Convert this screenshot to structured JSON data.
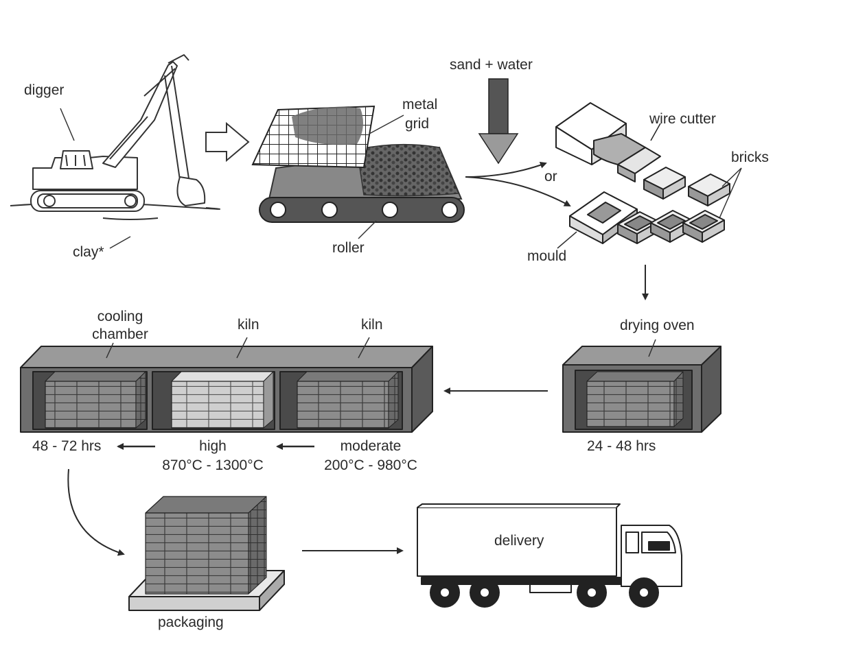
{
  "labels": {
    "digger": "digger",
    "clay": "clay*",
    "metal_grid_line1": "metal",
    "metal_grid_line2": "grid",
    "roller": "roller",
    "sand_water": "sand + water",
    "wire_cutter": "wire cutter",
    "or": "or",
    "bricks": "bricks",
    "mould": "mould",
    "drying_oven": "drying oven",
    "drying_time": "24 - 48 hrs",
    "cooling_chamber_line1": "cooling",
    "cooling_chamber_line2": "chamber",
    "kiln_high": "kiln",
    "kiln_moderate": "kiln",
    "cooling_time": "48 - 72 hrs",
    "high_label": "high",
    "high_temp": "870°C - 1300°C",
    "moderate_label": "moderate",
    "moderate_temp": "200°C - 980°C",
    "packaging": "packaging",
    "delivery": "delivery"
  },
  "colors": {
    "line": "#2a2a2a",
    "box_front": "#6e6e6e",
    "box_top": "#9a9a9a",
    "brick_dark": "#8c8c8c",
    "brick_light": "#c9c9c9",
    "conveyor": "#555555"
  }
}
